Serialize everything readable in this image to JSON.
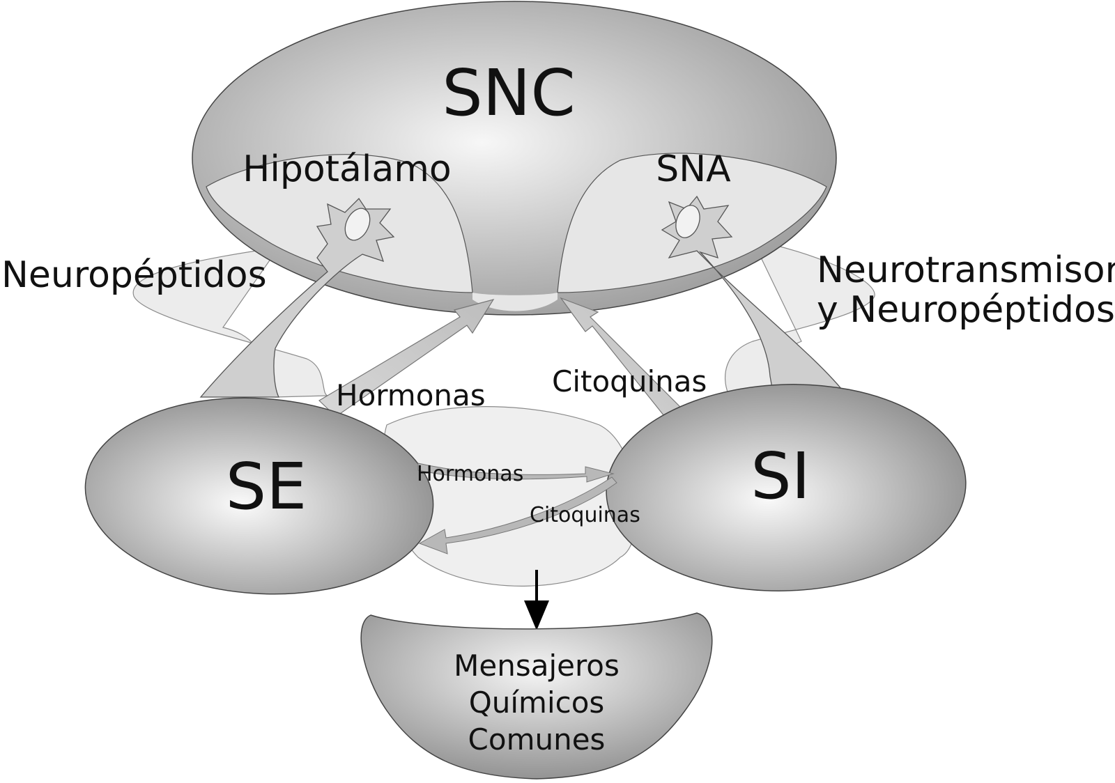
{
  "nodes": {
    "snc": "SNC",
    "hipotalamo": "Hipotálamo",
    "sna": "SNA",
    "se": "SE",
    "si": "SI",
    "mensajeros": [
      "Mensajeros",
      "Químicos",
      "Comunes"
    ]
  },
  "edges": {
    "neuropeptidos": "Neuropéptidos",
    "neurotransmisores": [
      "Neurotransmisores",
      "y Neuropéptidos"
    ],
    "hormonas_top": "Hormonas",
    "citoquinas_top": "Citoquinas",
    "hormonas_mid": "Hormonas",
    "citoquinas_mid": "Citoquinas"
  },
  "colors": {
    "shape_fill_light": "#f6f6f6",
    "shape_fill_dark": "#9a9a9a",
    "band_fill": "#e4e4e4",
    "outline": "#555555"
  }
}
